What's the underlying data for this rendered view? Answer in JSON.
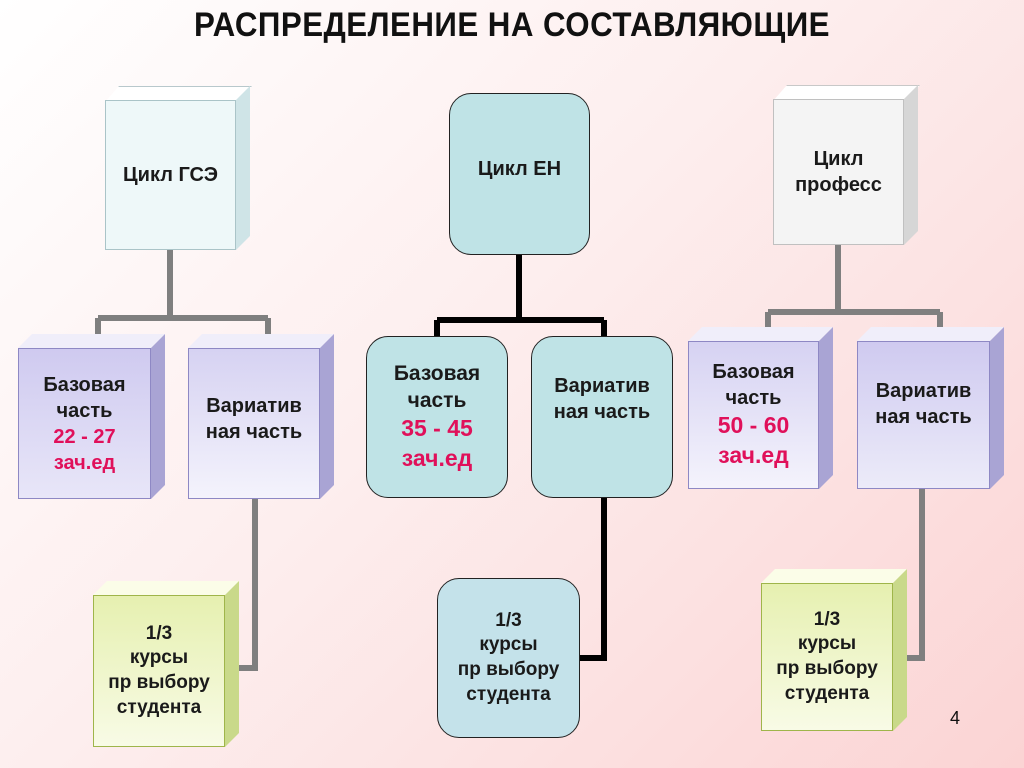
{
  "title": "РАСПРЕДЕЛЕНИЕ  НА СОСТАВЛЯЮЩИЕ",
  "page_number": "4",
  "cycles": [
    {
      "name": [
        "Цикл ГСЭ"
      ],
      "basic": {
        "label": [
          "Базовая",
          "часть"
        ],
        "credits": [
          "22 - 27",
          "зач.ед"
        ]
      },
      "variative": {
        "label": [
          "Вариатив",
          "ная часть"
        ]
      },
      "elective": {
        "label": [
          "1/3",
          "курсы",
          "пр выбору",
          "студента"
        ]
      }
    },
    {
      "name": [
        "Цикл ЕН"
      ],
      "basic": {
        "label": [
          "Базовая",
          "часть"
        ],
        "credits": [
          "35 - 45",
          "зач.ед"
        ]
      },
      "variative": {
        "label": [
          "Вариатив",
          "ная часть"
        ]
      },
      "elective": {
        "label": [
          "1/3",
          "курсы",
          "пр выбору",
          "студента"
        ]
      }
    },
    {
      "name": [
        "Цикл",
        "професс"
      ],
      "basic": {
        "label": [
          "Базовая",
          "часть"
        ],
        "credits": [
          "50 - 60",
          "зач.ед"
        ]
      },
      "variative": {
        "label": [
          "Вариатив",
          "ная часть"
        ]
      },
      "elective": {
        "label": [
          "1/3",
          "курсы",
          "пр выбору",
          "студента"
        ]
      }
    }
  ],
  "colors": {
    "credits": "#e0105a",
    "connector_gray": "#7f7f7f",
    "connector_black": "#000000",
    "purple_box": "#d8d4f0",
    "green_box": "#eef5c4",
    "teal_box": "#bfe3e6",
    "cyan_box": "#eef8f9",
    "gray_box": "#f2f2f2"
  }
}
